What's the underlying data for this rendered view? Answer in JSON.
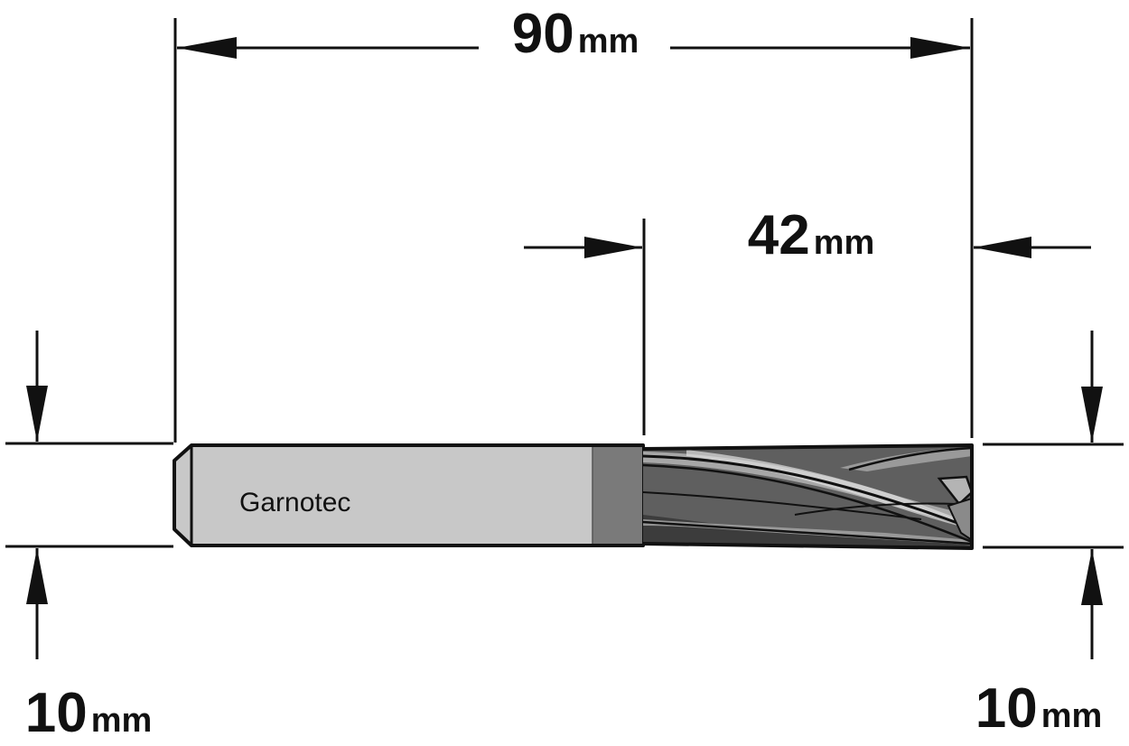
{
  "brand_label": "Garnotec",
  "dimensions": {
    "overall_length": {
      "value": "90",
      "unit": "mm"
    },
    "cutting_length": {
      "value": "42",
      "unit": "mm"
    },
    "shank_diameter": {
      "value": "10",
      "unit": "mm"
    },
    "cutting_diameter": {
      "value": "10",
      "unit": "mm"
    }
  },
  "colors": {
    "line": "#111111",
    "shank": "#c8c8c8",
    "shank_collar": "#7a7a7a",
    "flute": "#5f5f5f",
    "flute_highlight": "#b4b4b4",
    "flute_dark": "#3c3c3c"
  }
}
